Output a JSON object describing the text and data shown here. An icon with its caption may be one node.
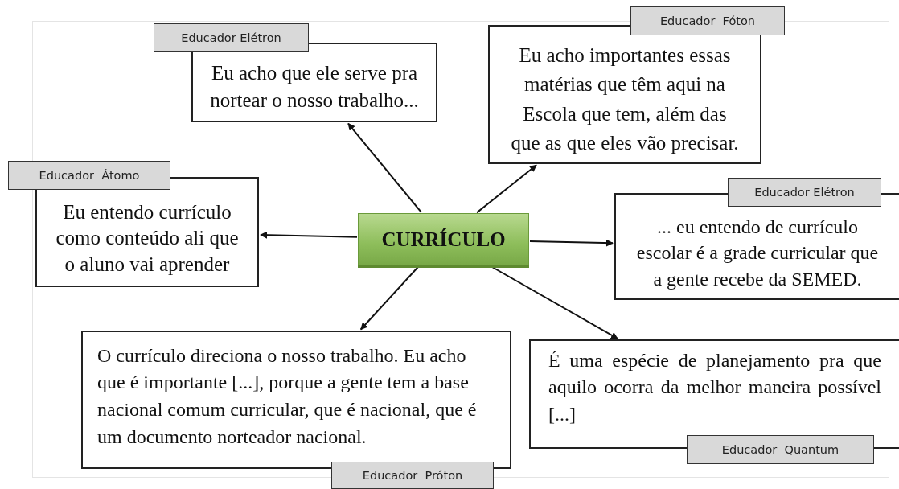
{
  "diagram": {
    "nodes": [
      {
        "text": [
          "Educador Elétron",
          "Eu acho que ele serve pra nortear o nosso trabalho..."
        ]
      },
      {
        "text": [
          "Educador  Fóton",
          "Eu acho importantes essas matérias que têm aqui na Escola que tem, além das que as que eles vão precisar."
        ]
      },
      {
        "text": [
          "Educador  Átomo",
          "Eu entendo currículo como conteúdo ali que o aluno vai aprender"
        ]
      },
      {
        "text": [
          "CURRÍCULO"
        ]
      },
      {
        "text": [
          "Educador Elétron",
          "... eu entendo de currículo escolar é a grade curricular que a gente recebe da SEMED."
        ]
      },
      {
        "text": [
          "O currículo direciona o nosso trabalho. Eu acho que é importante [...], porque a gente tem a base nacional comum curricular, que é nacional, que é um documento norteador nacional.",
          "Educador  Próton"
        ]
      },
      {
        "text": [
          "É uma espécie de planejamento pra que aquilo ocorra da melhor maneira possível [...]",
          "Educador  Quantum"
        ]
      }
    ],
    "edges": [
      {
        "from": 3,
        "to": 0,
        "arrow": "to"
      },
      {
        "from": 3,
        "to": 1,
        "arrow": "to"
      },
      {
        "from": 3,
        "to": 2,
        "arrow": "to"
      },
      {
        "from": 3,
        "to": 4,
        "arrow": "to"
      },
      {
        "from": 3,
        "to": 5,
        "arrow": "to"
      },
      {
        "from": 3,
        "to": 6,
        "arrow": "to"
      }
    ]
  }
}
